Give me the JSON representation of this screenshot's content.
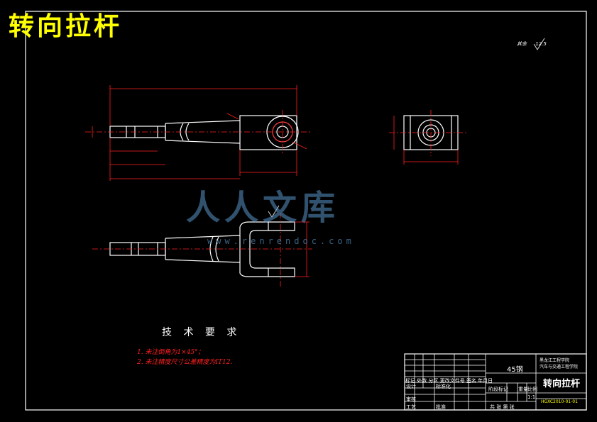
{
  "drawing": {
    "title": "转向拉杆",
    "roughness_label": "其余",
    "roughness_value": "12.5",
    "technical_requirements": {
      "heading": "技 术 要 求",
      "items": [
        "1. 未注倒角为1×45°；",
        "2. 未注精度尺寸公差精度为IT12."
      ]
    },
    "title_block": {
      "material": "45钢",
      "school_line1": "黑龙江工程学院",
      "school_line2": "汽车与交通工程学院",
      "part_name": "转向拉杆",
      "row_labels": [
        "标记",
        "处数",
        "分区",
        "更改文件号",
        "签名",
        "年月日"
      ],
      "design_label": "设计",
      "standard_label": "标准化",
      "review_label": "审核",
      "process_label": "工艺",
      "approve_label": "批准",
      "stage_label": "阶段标记",
      "weight_label": "重量",
      "scale_label": "比例",
      "scale_value": "1:1",
      "sheet_label": "共  张  第  张",
      "drawing_number": "HGXC2010-01-01"
    },
    "watermark": {
      "text": "人人文库",
      "url": "www.renrendoc.com"
    },
    "colors": {
      "background": "#000000",
      "outline": "#ffffff",
      "dimension": "#ff2020",
      "title": "#ffff00",
      "watermark": "#5a96c8"
    }
  }
}
